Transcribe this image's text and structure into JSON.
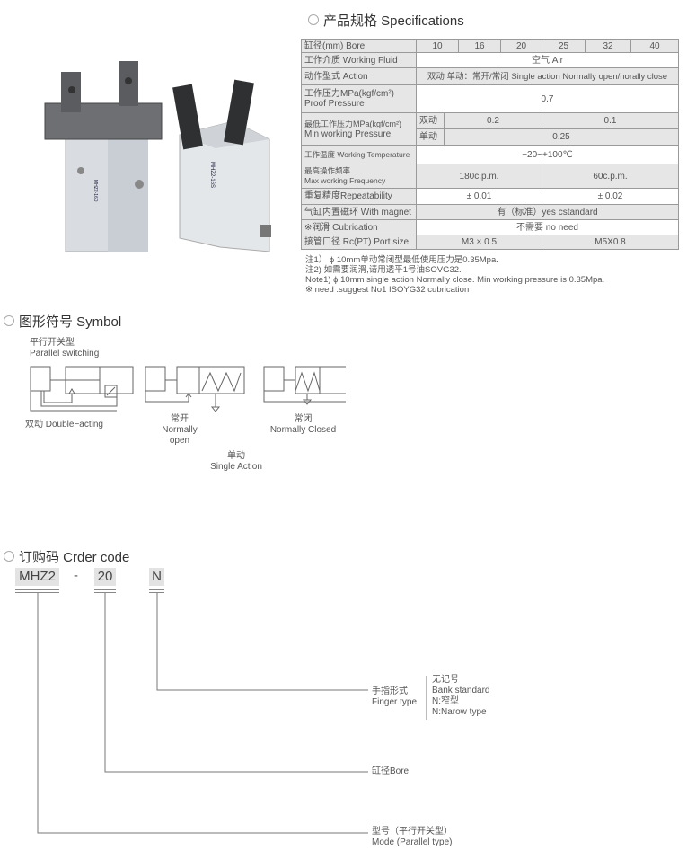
{
  "specifications": {
    "title": "产品规格 Specifications",
    "bore": {
      "label": "缸径(mm) Bore",
      "values": [
        "10",
        "16",
        "20",
        "25",
        "32",
        "40"
      ]
    },
    "working_fluid": {
      "label": "工作介质 Working Fluid",
      "value": "空气  Air"
    },
    "action": {
      "label": "动作型式  Action",
      "value": "双动 单动：常开/常闭 Single action Normally open/norally close"
    },
    "proof_pressure": {
      "label_cn": "工作压力MPa(kgf/cm²)",
      "label_en": "Proof  Pressure",
      "value": "0.7"
    },
    "min_pressure": {
      "label_cn": "最低工作压力MPa(kgf/cm²)",
      "label_en": "Min working  Pressure",
      "double_label": "双动",
      "double_values": [
        "0.2",
        "0.1"
      ],
      "single_label": "单动",
      "single_value": "0.25"
    },
    "temperature": {
      "label": "工作温度 Working Temperature",
      "value": "−20~+100℃"
    },
    "frequency": {
      "label_cn": "最高操作频率",
      "label_en": "Max working Frequency",
      "values": [
        "180c.p.m.",
        "60c.p.m."
      ]
    },
    "repeatability": {
      "label": "重复精度Repeatability",
      "values": [
        "± 0.01",
        "± 0.02"
      ]
    },
    "magnet": {
      "label": "气缸内置磁环 With magnet",
      "value": "有（标准）yes cstandard"
    },
    "lubrication": {
      "label": "※润滑  Cubrication",
      "value": "不需要 no   need"
    },
    "port_size": {
      "label": "接管口径 Rc(PT) Port size",
      "values": [
        "M3 × 0.5",
        "M5X0.8"
      ]
    },
    "notes": [
      "注1） ϕ 10mm单动常闭型最低使用压力是0.35Mpa.",
      "注2)  如需要润滑,请用透平1号油SOVG32.",
      "Note1) ϕ 10mm single action Normally close. Min working pressure is 0.35Mpa.",
      "※ need .suggest No1 ISOYG32 cubrication"
    ]
  },
  "symbol": {
    "title": "图形符号 Symbol",
    "type_cn": "平行开关型",
    "type_en": "Parallel switching",
    "double_acting": "双动 Double−acting",
    "normally_open_cn": "常开",
    "normally_open_en1": "Normally",
    "normally_open_en2": "open",
    "normally_closed_cn": "常闭",
    "normally_closed_en": "Normally Closed",
    "single_cn": "单动",
    "single_en": "Single Action"
  },
  "order_code": {
    "title": "订购码 Crder code",
    "model": "MHZ2",
    "dash": "-",
    "bore": "20",
    "finger": "N",
    "finger_label_cn": "手指形式",
    "finger_label_en": "Finger type",
    "finger_options": [
      "无记号",
      "Bank standard",
      "N:窄型",
      "N:Narow type"
    ],
    "bore_label": "缸径Bore",
    "model_label_cn": "型号（平行开关型）",
    "model_label_en": "Mode (Parallel type)"
  },
  "product_labels": {
    "left": "MHZ2-16D",
    "right": "MHZ2-16S"
  }
}
